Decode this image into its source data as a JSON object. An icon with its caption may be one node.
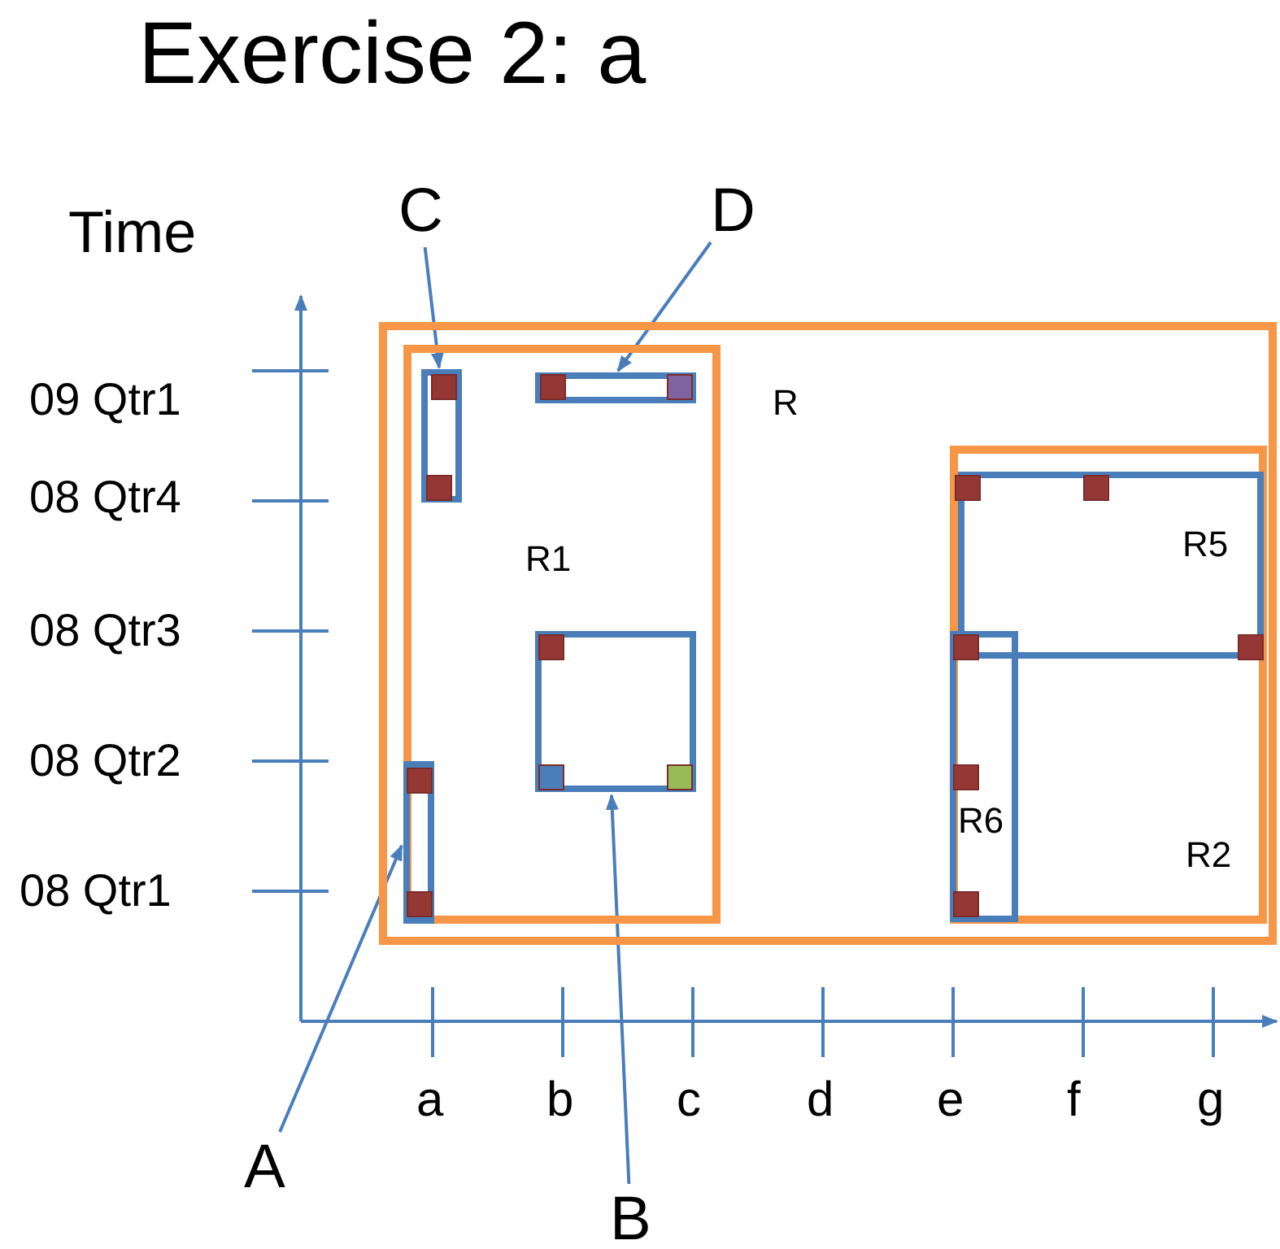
{
  "diagram": {
    "title": "Exercise 2: a",
    "nodes": [
      {
        "text": [
          "R"
        ]
      },
      {
        "text": [
          "R1"
        ],
        "in": 0
      },
      {
        "text": [
          "C"
        ]
      },
      {
        "text": [
          "D"
        ]
      },
      {
        "text": [],
        "shape": "box",
        "in": 1
      },
      {
        "text": [],
        "shape": "box",
        "in": 1
      },
      {
        "text": [],
        "shape": "box",
        "in": 1
      },
      {
        "text": [],
        "shape": "box",
        "in": 1
      },
      {
        "text": [
          "R5"
        ],
        "in": 9
      },
      {
        "text": [
          "R2"
        ],
        "in": 0
      },
      {
        "text": [
          "R6"
        ],
        "in": 9
      },
      {
        "text": [
          "A"
        ]
      },
      {
        "text": [
          "B"
        ]
      }
    ],
    "edges": [
      {
        "from": 2,
        "to": 4,
        "arrow": "to"
      },
      {
        "from": 3,
        "to": 5,
        "arrow": "to"
      },
      {
        "from": 11,
        "to": 7,
        "arrow": "to"
      },
      {
        "from": 12,
        "to": 6,
        "arrow": "to"
      }
    ],
    "labels": [
      "Time",
      "09 Qtr1",
      "08 Qtr4",
      "08 Qtr3",
      "08 Qtr2",
      "08 Qtr1",
      "a",
      "b",
      "c",
      "d",
      "e",
      "f",
      "g"
    ]
  }
}
